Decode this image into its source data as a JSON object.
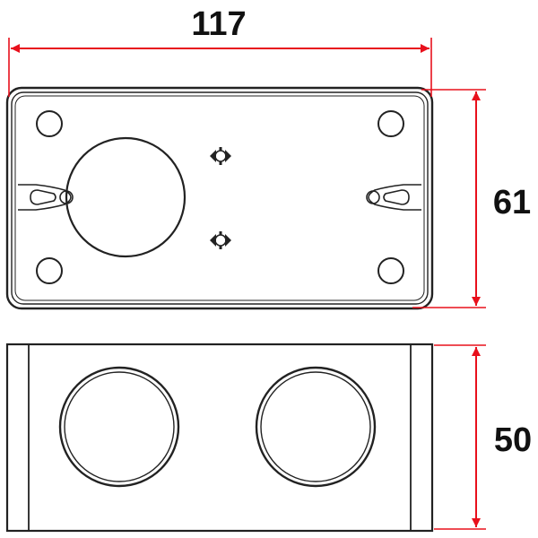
{
  "dimensions": {
    "width": "117",
    "height": "61",
    "depth": "50"
  },
  "colors": {
    "dimension_line": "#e8101c",
    "outline": "#222222",
    "text": "#111111",
    "background": "#ffffff"
  }
}
